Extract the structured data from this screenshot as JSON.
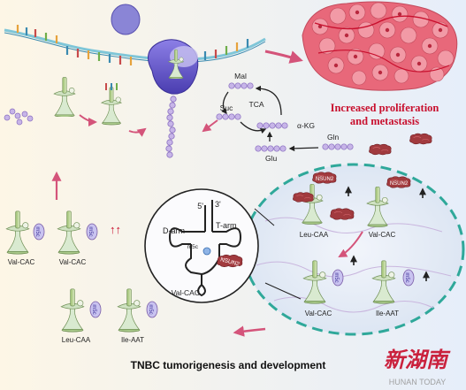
{
  "headline": {
    "line1": "Increased proliferation",
    "line2": "and metastasis"
  },
  "metabolism": {
    "mal": "Mal",
    "suc": "Suc",
    "tca": "TCA",
    "akg": "α-KG",
    "gln": "Gln",
    "glu": "Glu"
  },
  "trna_structure": {
    "five_prime": "5'",
    "three_prime": "3'",
    "d_arm": "D-arm",
    "t_arm": "T-arm",
    "mod": "m5c",
    "enzyme": "NSUN2",
    "name": "Val-CAC"
  },
  "cell_trnas": {
    "leu": "Leu-CAA",
    "val_top": "Val-CAC",
    "val_bottom": "Val-CAC",
    "ile": "Ile-AAT",
    "mod": "m5c",
    "enzyme": "NSUN2"
  },
  "left_trnas": {
    "val1": "Val-CAC",
    "val2": "Val-CAC",
    "leu": "Leu-CAA",
    "ile": "Ile-AAT",
    "mod": "m5c",
    "arrows": "↑↑"
  },
  "title": "TNBC tumorigenesis and development",
  "watermark": {
    "logo": "新湖南",
    "caption": "HUNAN TODAY"
  },
  "colors": {
    "red_text": "#c8102e",
    "tumor": "#e8687a",
    "cell_border": "#2fa89a",
    "purple": "#7b5ea7",
    "enzyme": "#a33a3e"
  }
}
